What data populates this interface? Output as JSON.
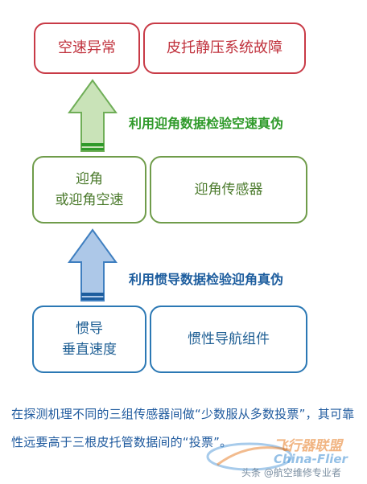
{
  "diagram": {
    "top_row": {
      "left_label": "空速异常",
      "right_label": "皮托静压系统故障"
    },
    "arrow_green_label": "利用迎角数据检验空速真伪",
    "mid_row": {
      "left_line1": "迎角",
      "left_line2": "或迎角空速",
      "right_label": "迎角传感器"
    },
    "arrow_blue_label": "利用惯导数据检验迎角真伪",
    "bottom_row": {
      "left_line1": "惯导",
      "left_line2": "垂直速度",
      "right_label": "惯性导航组件"
    },
    "paragraph": "在探测机理不同的三组传感器间做“少数服从多数投票”，其可靠性远要高于三根皮托管数据间的“投票”。",
    "colors": {
      "red": "#c83a46",
      "green": "#6f9c4a",
      "blue": "#2b78b4",
      "green_arrow_fill": "#c9e3b8",
      "blue_arrow_fill": "#adc8e8"
    }
  },
  "watermark": {
    "source": "头条 @航空维修专业者",
    "logo_cn": "飞行器联盟",
    "logo_en": "China-Flier"
  }
}
